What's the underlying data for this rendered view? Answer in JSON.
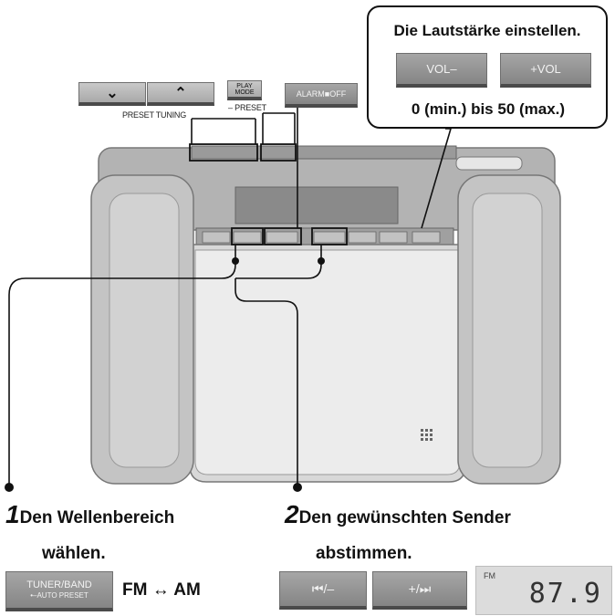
{
  "top_buttons": {
    "preset_tuning_label": "PRESET TUNING",
    "down_symbol": "⌄",
    "up_symbol": "⌃",
    "play_mode_label": "PLAY MODE",
    "preset_minus_label": "– PRESET",
    "alarm_off_label": "ALARM■OFF"
  },
  "volume_callout": {
    "title": "Die Lautstärke einstellen.",
    "vol_minus": "VOL–",
    "vol_plus": "+VOL",
    "range": "0 (min.) bis 50 (max.)"
  },
  "step1": {
    "number": "1",
    "title_line1": "Den Wellenbereich",
    "title_line2": "wählen.",
    "button_line1": "TUNER/BAND",
    "button_line2": "•–AUTO PRESET",
    "fm": "FM",
    "arrow": "↔",
    "am": "AM"
  },
  "step2": {
    "number": "2",
    "title_line1": "Den gewünschten Sender",
    "title_line2": "abstimmen.",
    "prev_label": "⏮/–",
    "next_label": "+/⏭",
    "display_band": "FM",
    "display_freq": "87.9"
  },
  "colors": {
    "device_gray": "#b3b3b3",
    "speaker_gray": "#c4c4c4",
    "button_gray": "#a9a9a9"
  }
}
